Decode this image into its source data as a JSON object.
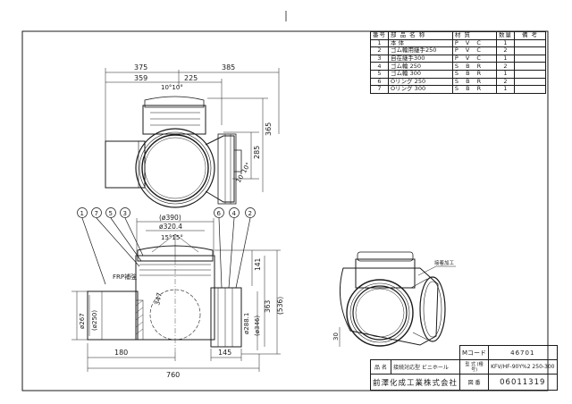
{
  "parts_table": {
    "headers": [
      "番号",
      "部 品 名 称",
      "材 質",
      "数量",
      "備 考"
    ],
    "rows": [
      {
        "no": "1",
        "name": "本 体",
        "material": "P V C",
        "qty": "1",
        "remark": ""
      },
      {
        "no": "2",
        "name": "ゴム輪用継手250",
        "material": "P V C",
        "qty": "2",
        "remark": ""
      },
      {
        "no": "3",
        "name": "自在継手300",
        "material": "P V C",
        "qty": "1",
        "remark": ""
      },
      {
        "no": "4",
        "name": "ゴム輪 250",
        "material": "S B R",
        "qty": "2",
        "remark": ""
      },
      {
        "no": "5",
        "name": "ゴム輪 300",
        "material": "S B R",
        "qty": "1",
        "remark": ""
      },
      {
        "no": "6",
        "name": "Oリング 250",
        "material": "S B R",
        "qty": "2",
        "remark": ""
      },
      {
        "no": "7",
        "name": "Oリング 300",
        "material": "S B R",
        "qty": "1",
        "remark": ""
      }
    ]
  },
  "title_block": {
    "code_label": "Mコード",
    "code_value": "46701",
    "name_label": "品 名",
    "name_value": "接続対応型 ビニホール",
    "model_label": "型 式 (種号)",
    "model_value": "KFV/HF-90Y%2 250-300",
    "company": "前澤化成工業株式会社",
    "drawing_label": "図 番",
    "drawing_no": "06011319"
  },
  "top_view": {
    "dim_375": "375",
    "dim_385": "385",
    "dim_359": "359",
    "dim_225": "225",
    "angle_top": "10°10°",
    "dim_365": "365",
    "dim_285": "285",
    "angle_right": "10°10°"
  },
  "front_view": {
    "balloons": [
      "1",
      "7",
      "5",
      "3",
      "6",
      "4",
      "2"
    ],
    "dim_390": "(ø390)",
    "dim_3204": "ø320.4",
    "angle": "15°15°",
    "frp_label": "FRP補強",
    "dim_347": "347",
    "dim_141": "141",
    "dim_363": "363",
    "dim_536": "(536)",
    "dim_267": "ø267",
    "dim_250": "(ø250)",
    "dim_2881": "ø288.1",
    "dim_346": "(ø346)",
    "dim_180": "180",
    "dim_145": "145",
    "dim_760": "760"
  },
  "iso_view": {
    "label": "接着加工",
    "dim_30": "30"
  }
}
